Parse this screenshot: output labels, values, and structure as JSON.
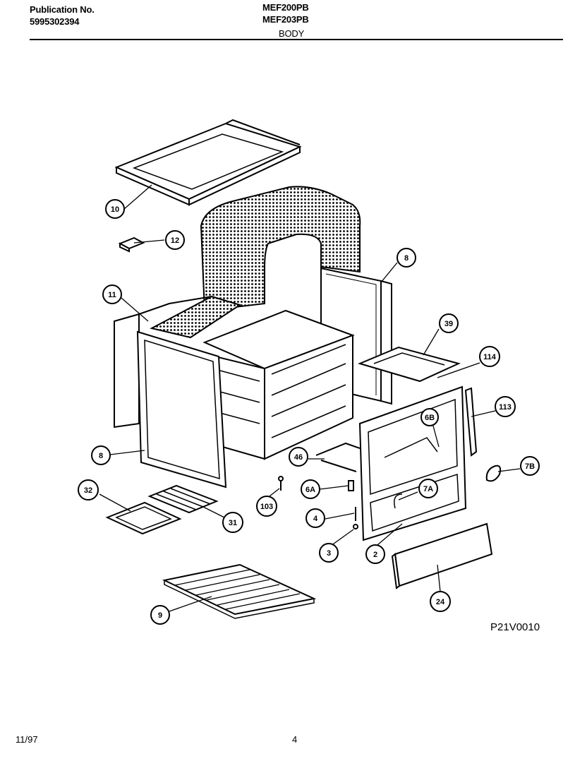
{
  "header": {
    "publication_label": "Publication No.",
    "publication_number": "5995302394",
    "model_1": "MEF200PB",
    "model_2": "MEF203PB",
    "section": "BODY"
  },
  "footer": {
    "date": "11/97",
    "page": "4"
  },
  "diagram_code": "P21V0010",
  "callouts": {
    "c10": "10",
    "c12": "12",
    "c11": "11",
    "c8a": "8",
    "c8b": "8",
    "c39": "39",
    "c114": "114",
    "c113": "113",
    "c6B": "6B",
    "c46": "46",
    "c7B": "7B",
    "c6A": "6A",
    "c7A": "7A",
    "c103": "103",
    "c4": "4",
    "c3": "3",
    "c2": "2",
    "c32": "32",
    "c31": "31",
    "c24": "24",
    "c9": "9"
  }
}
